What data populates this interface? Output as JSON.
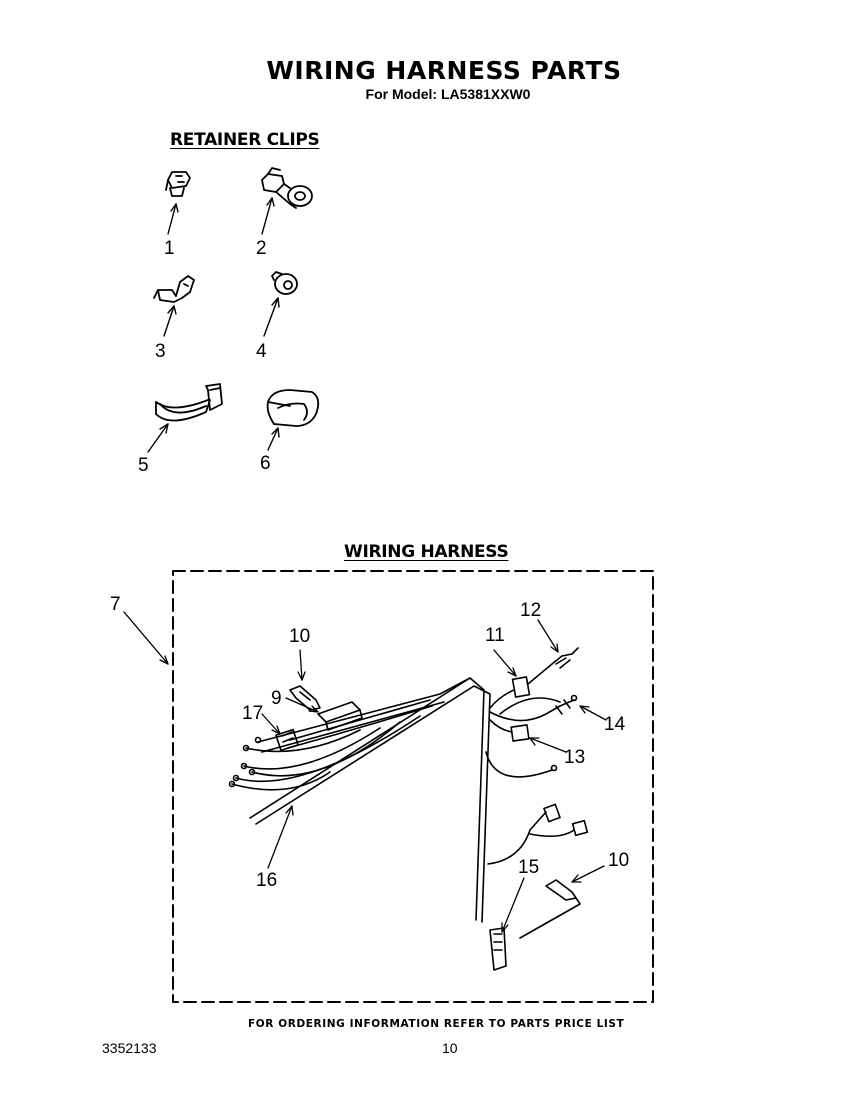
{
  "header": {
    "title": "WIRING HARNESS PARTS",
    "model": "For Model: LA5381XXW0"
  },
  "sections": {
    "retainer_clips": "RETAINER CLIPS",
    "wiring_harness": "WIRING HARNESS"
  },
  "clips": [
    {
      "number": "1",
      "icon": "retainer-clip-1-icon"
    },
    {
      "number": "2",
      "icon": "retainer-clip-2-icon"
    },
    {
      "number": "3",
      "icon": "retainer-clip-3-icon"
    },
    {
      "number": "4",
      "icon": "grommet-icon"
    },
    {
      "number": "5",
      "icon": "strap-clip-icon"
    },
    {
      "number": "6",
      "icon": "sleeve-clip-icon"
    }
  ],
  "harness_callouts": {
    "c7": "7",
    "c10a": "10",
    "c9": "9",
    "c17": "17",
    "c11": "11",
    "c12": "12",
    "c14": "14",
    "c13": "13",
    "c16": "16",
    "c15": "15",
    "c10b": "10"
  },
  "footer": {
    "note": "FOR ORDERING INFORMATION REFER TO PARTS PRICE LIST",
    "doc_number": "3352133",
    "page_number": "10"
  }
}
